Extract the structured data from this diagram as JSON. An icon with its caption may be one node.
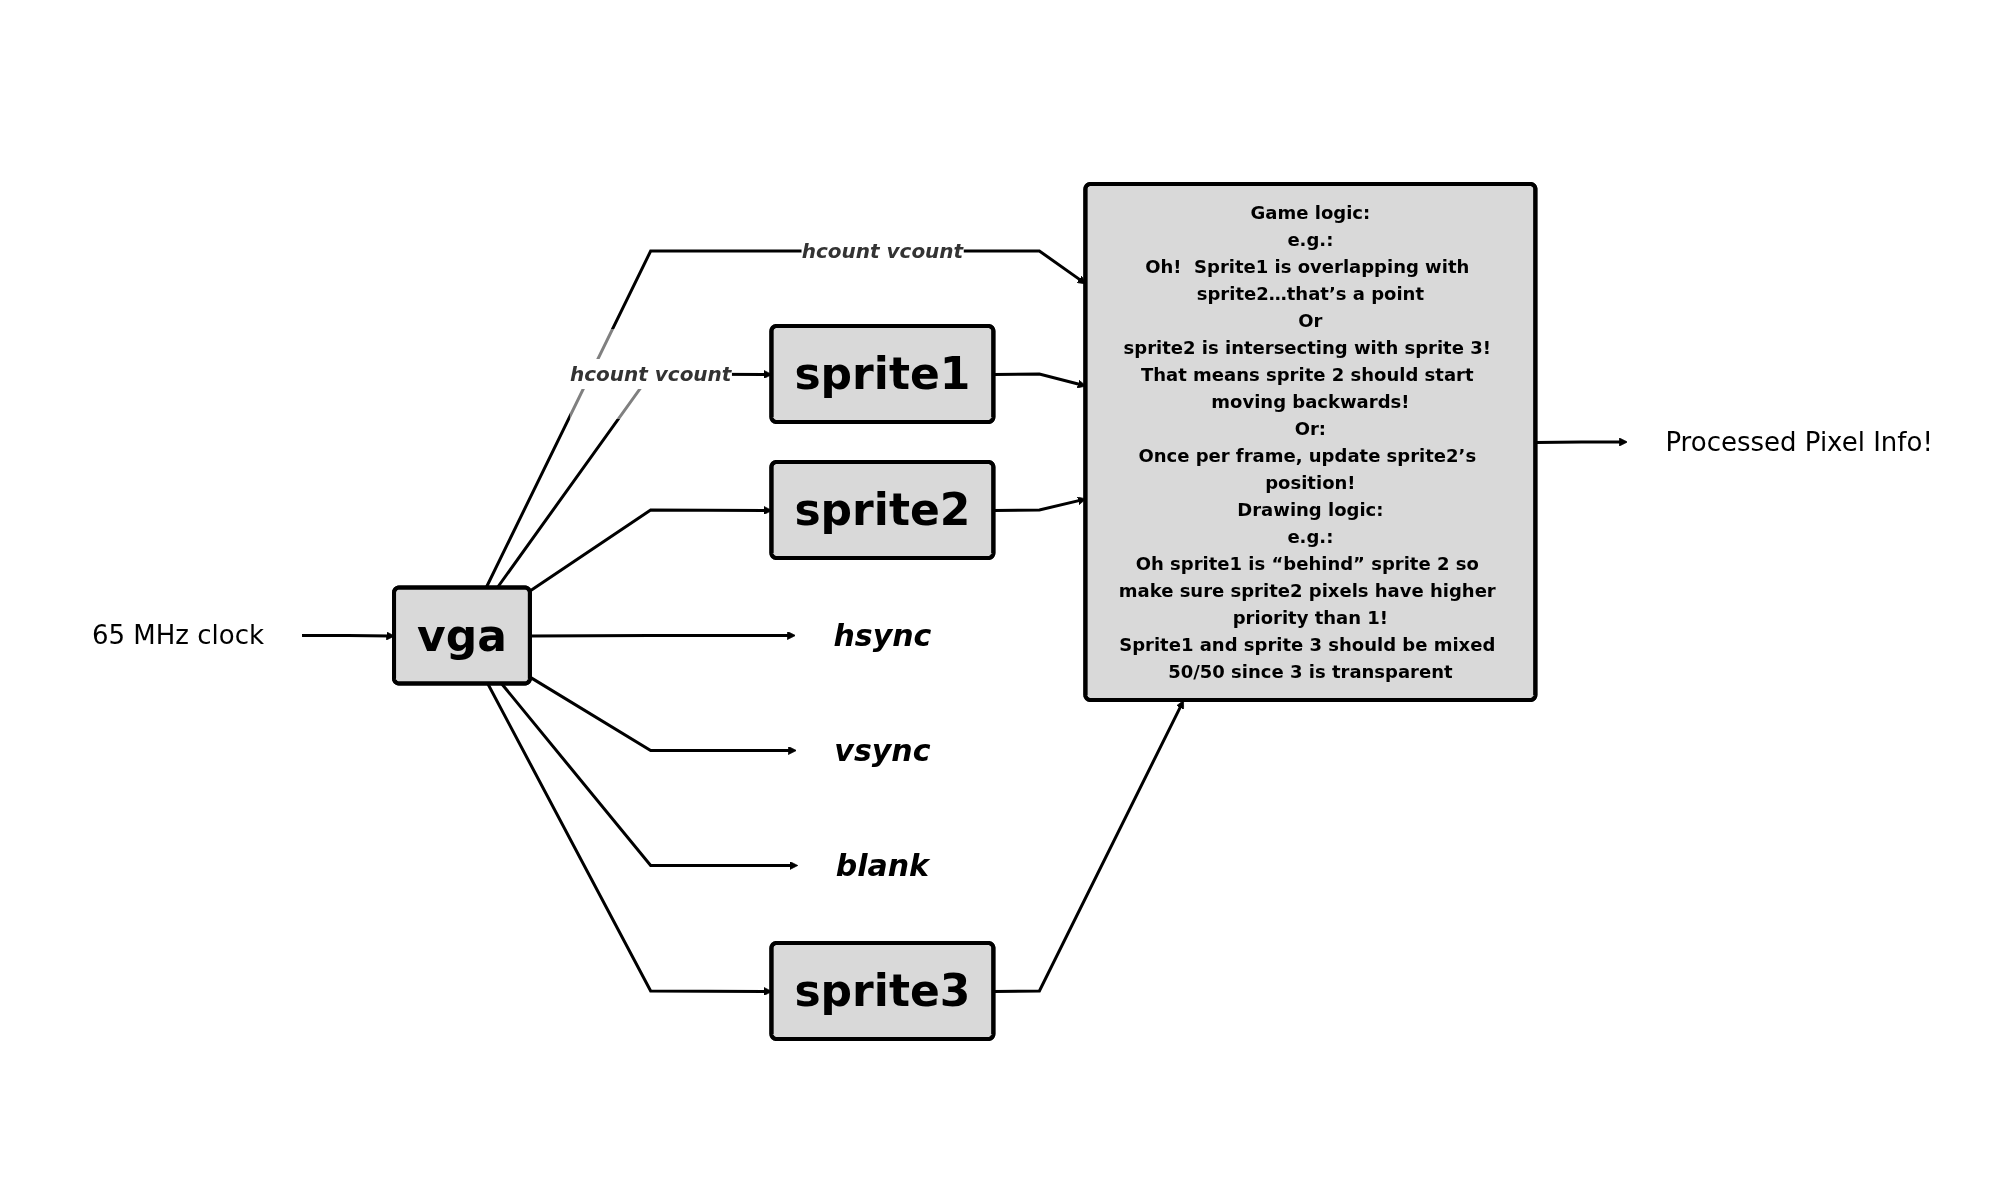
{
  "diagram": {
    "nodes": [
      {
        "text": [
          "65 MHz clock"
        ]
      },
      {
        "text": [
          "vga"
        ]
      },
      {
        "text": [
          "sprite1"
        ]
      },
      {
        "text": [
          "sprite2"
        ]
      },
      {
        "text": [
          "sprite3"
        ]
      },
      {
        "text": [
          "Game logic:",
          "e.g.:",
          "Oh!  Sprite1 is overlapping with sprite2…that’s a point",
          "Or",
          "sprite2 is intersecting with sprite 3! That means sprite 2 should start moving backwards!",
          "Or:",
          "Once per frame, update sprite2’s position!",
          "Drawing logic:",
          "e.g.:",
          "Oh sprite1 is “behind” sprite 2 so make sure sprite2 pixels have higher priority than 1!",
          "Sprite1 and sprite 3 should be mixed 50/50 since 3 is transparent"
        ]
      },
      {
        "text": [
          "Processed Pixel Info!"
        ]
      },
      {
        "text": [
          "hsync"
        ]
      },
      {
        "text": [
          "vsync"
        ]
      },
      {
        "text": [
          "blank"
        ]
      }
    ],
    "edges": [
      {
        "from": 0,
        "to": 1,
        "arrow": "to"
      },
      {
        "from": 1,
        "to": 5,
        "arrow": "to",
        "label": "hcount vcount"
      },
      {
        "from": 1,
        "to": 2,
        "arrow": "to",
        "label": "hcount vcount"
      },
      {
        "from": 1,
        "to": 3,
        "arrow": "to"
      },
      {
        "from": 1,
        "to": 4,
        "arrow": "to"
      },
      {
        "from": 2,
        "to": 5,
        "arrow": "to"
      },
      {
        "from": 3,
        "to": 5,
        "arrow": "to"
      },
      {
        "from": 4,
        "to": 5,
        "arrow": "to"
      },
      {
        "from": 5,
        "to": 6,
        "arrow": "to"
      },
      {
        "from": 1,
        "to": 7,
        "arrow": "to"
      },
      {
        "from": 1,
        "to": 8,
        "arrow": "to"
      },
      {
        "from": 1,
        "to": 9,
        "arrow": "to"
      }
    ]
  }
}
